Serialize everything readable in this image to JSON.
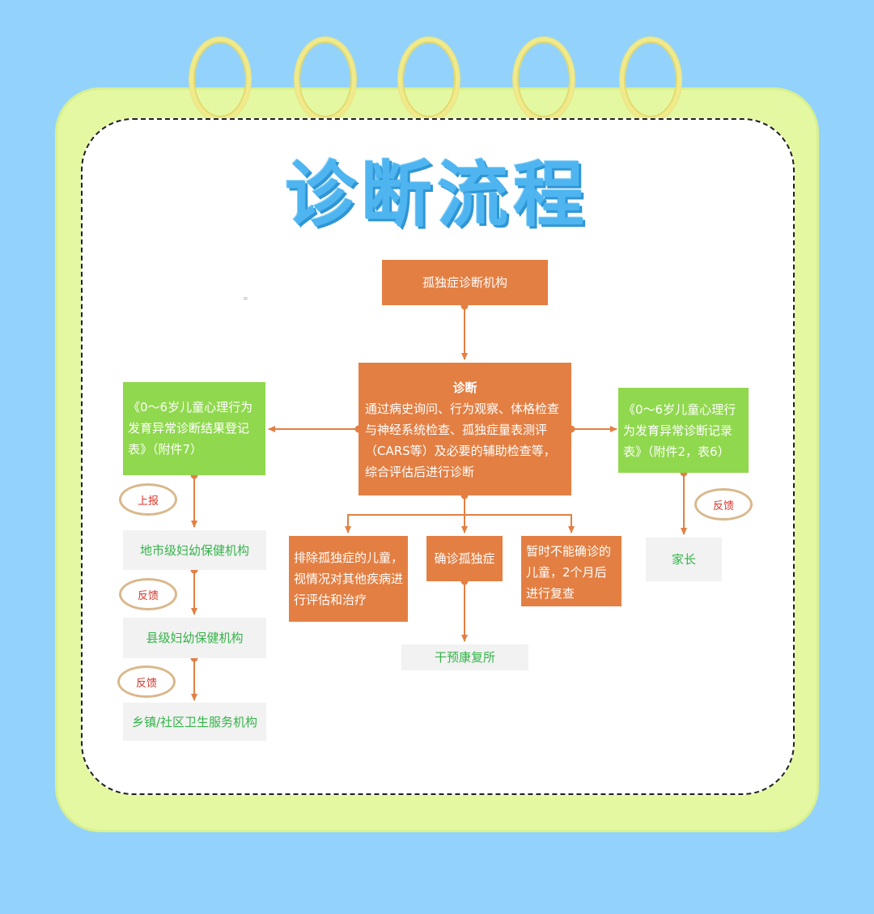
{
  "title": "诊断流程",
  "tiny_mark": "=",
  "nodes": {
    "institution": "孤独症诊断机构",
    "diagnosis_title": "诊断",
    "diagnosis_body": "通过病史询问、行为观察、体格检查与神经系统检查、孤独症量表测评（CARS等）及必要的辅助检查等，综合评估后进行诊断",
    "left_form": "《0～6岁儿童心理行为发育异常诊断结果登记表》（附件7）",
    "right_form": "《0～6岁儿童心理行为发育异常诊断记录表》（附件2，表6）",
    "exclude": "排除孤独症的儿童，视情况对其他疾病进行评估和治疗",
    "confirmed": "确诊孤独症",
    "pending": "暂时不能确诊的儿童，2个月后进行复查",
    "intervention": "干预康复所",
    "city_mch": "地市级妇幼保健机构",
    "county_mch": "县级妇幼保健机构",
    "township": "乡镇/社区卫生服务机构",
    "parent": "家长"
  },
  "labels": {
    "report": "上报",
    "feedback_1": "反馈",
    "feedback_2": "反馈",
    "feedback_parent": "反馈"
  },
  "colors": {
    "background": "#93d3fb",
    "card": "#e4f8a2",
    "title": "#4fb5f0",
    "orange_box": "#e37f43",
    "green_box": "#90d84e",
    "gray_box": "#f2f2f2",
    "green_text": "#35b34a",
    "red_text": "#d8352a"
  }
}
